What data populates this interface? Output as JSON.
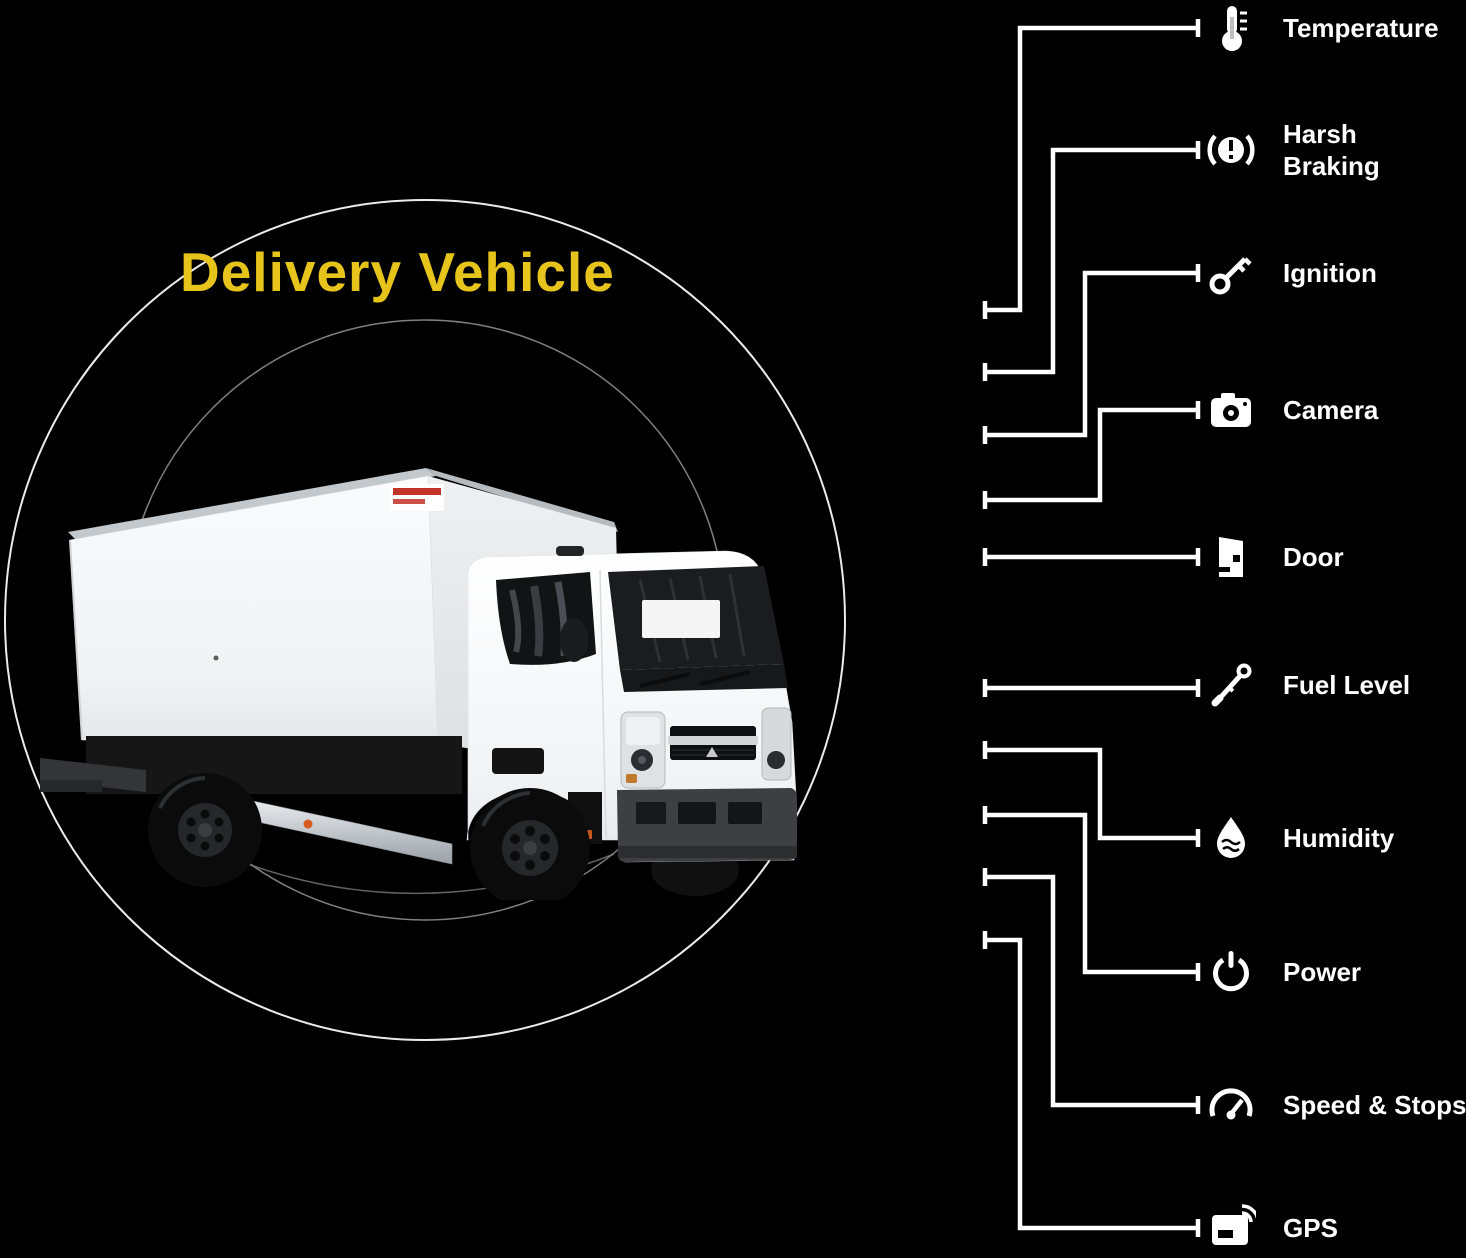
{
  "title": {
    "text": "Delivery Vehicle",
    "color": "#E7C41C"
  },
  "vehicle": {
    "description": "white box delivery truck, three-quarter front view"
  },
  "features": [
    {
      "label": "Temperature",
      "icon": "thermometer-icon"
    },
    {
      "label": "Harsh Braking",
      "icon": "brake-warning-icon"
    },
    {
      "label": "Ignition",
      "icon": "key-icon"
    },
    {
      "label": "Camera",
      "icon": "camera-icon"
    },
    {
      "label": "Door",
      "icon": "door-icon"
    },
    {
      "label": "Fuel Level",
      "icon": "fuel-dipstick-icon"
    },
    {
      "label": "Humidity",
      "icon": "humidity-drop-icon"
    },
    {
      "label": "Power",
      "icon": "power-icon"
    },
    {
      "label": "Speed & Stops",
      "icon": "speedometer-icon"
    },
    {
      "label": "GPS",
      "icon": "gps-tracker-icon"
    }
  ],
  "colors": {
    "background": "#000000",
    "title_accent": "#E7C41C",
    "connector_line": "#FFFFFF",
    "label_text": "#FFFFFF"
  }
}
